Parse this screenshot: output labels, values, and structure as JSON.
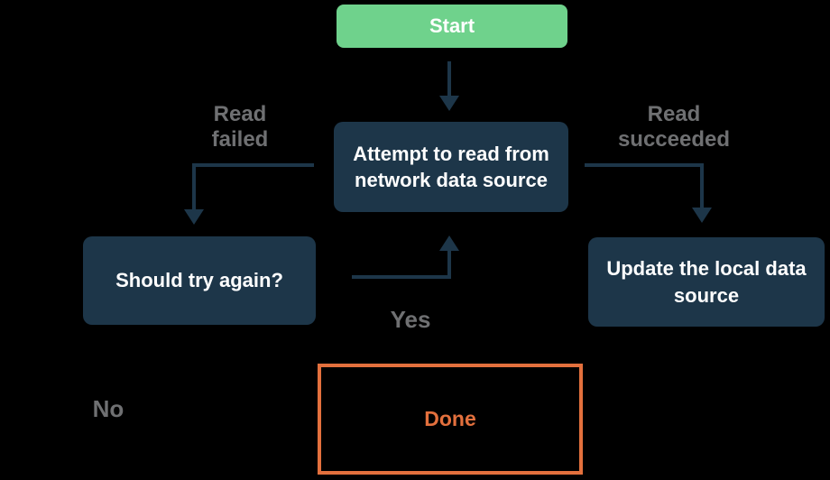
{
  "colors": {
    "background": "#000000",
    "node_fill_dark": "#1d3649",
    "node_fill_start": "#6fd28c",
    "node_text": "#ffffff",
    "done_accent": "#e3703d",
    "edge_label_text": "#6f7072",
    "arrow": "#1d3649"
  },
  "nodes": {
    "start": {
      "label": "Start"
    },
    "attempt": {
      "label": "Attempt to read from network data source"
    },
    "should_try_again": {
      "label": "Should try again?"
    },
    "update_local": {
      "label": "Update the local data source"
    },
    "done": {
      "label": "Done"
    }
  },
  "edge_labels": {
    "read_failed": "Read failed",
    "read_succeeded": "Read succeeded",
    "yes": "Yes",
    "no": "No"
  }
}
